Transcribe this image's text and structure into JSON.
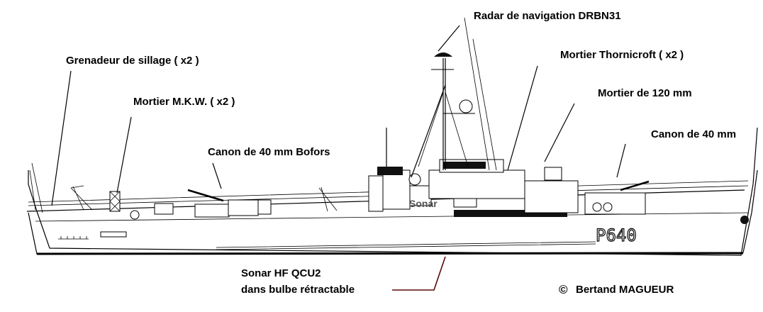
{
  "labels": {
    "radar": "Radar de navigation DRBN31",
    "thornicroft": "Mortier Thornicroft ( x2 )",
    "mortier120": "Mortier de 120 mm",
    "canon40": "Canon de 40 mm",
    "grenadeur": "Grenadeur de sillage ( x2 )",
    "mkw": "Mortier M.K.W. ( x2 )",
    "bofors": "Canon de 40 mm Bofors",
    "sonar_hull": "Sonar",
    "sonar_hf": "Sonar HF QCU2",
    "sonar_bulbe": "dans bulbe rétractable",
    "hull_number": "P640",
    "copyright_symbol": "©",
    "author": "Bertand MAGUEUR"
  },
  "colors": {
    "leader_sonar": "#5a0a0a",
    "sonar_text": "#555555"
  }
}
